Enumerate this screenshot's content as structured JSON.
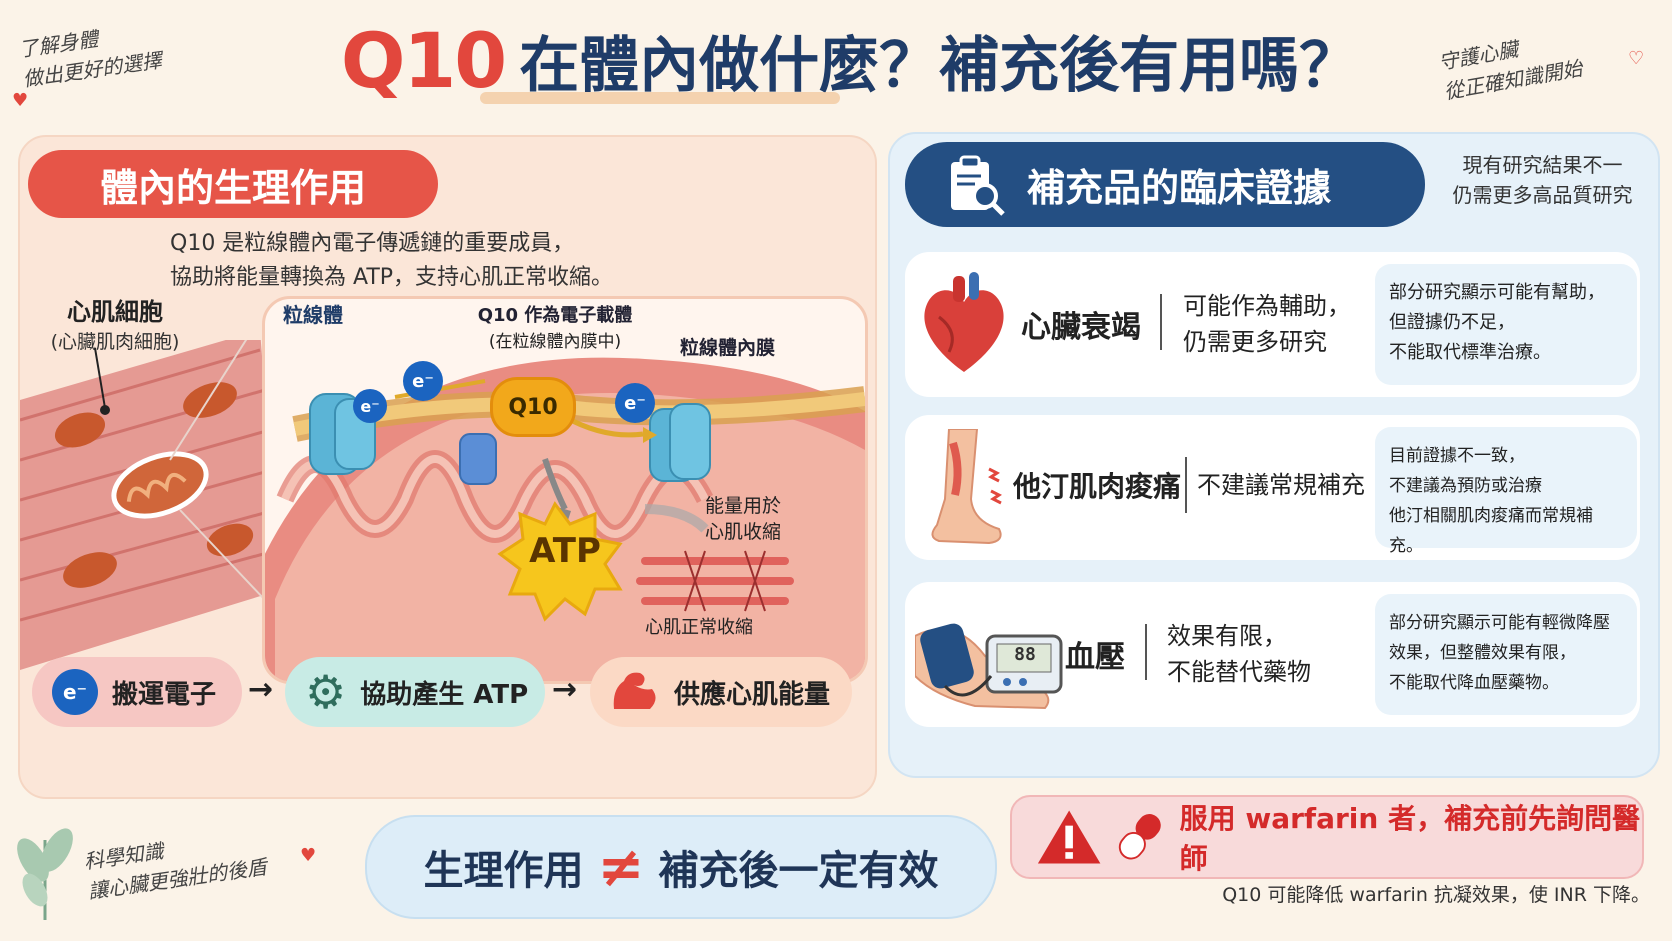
{
  "header": {
    "title_q10": "Q10",
    "title_rest": "在體內做什麼？補充後有用嗎？",
    "left_note_line1": "了解身體",
    "left_note_line2": "做出更好的選擇",
    "right_note_line1": "守護心臟",
    "right_note_line2": "從正確知識開始"
  },
  "left": {
    "heading": "體內的生理作用",
    "desc_line1": "Q10 是粒線體內電子傳遞鏈的重要成員，",
    "desc_line2": "協助將能量轉換為 ATP，支持心肌正常收縮。",
    "cell_label": "心肌細胞",
    "cell_sublabel": "(心臟肌肉細胞)",
    "mito_label": "粒線體",
    "q10_role_line1": "Q10 作為電子載體",
    "q10_role_line2": "(在粒線體內膜中)",
    "inner_membrane_label": "粒線體內膜",
    "electron_symbol": "e⁻",
    "q10_badge": "Q10",
    "atp_label": "ATP",
    "energy_use_line1": "能量用於",
    "energy_use_line2": "心肌收縮",
    "contraction_label": "心肌正常收縮",
    "flow": [
      {
        "label": "搬運電子",
        "icon": "electron-icon"
      },
      {
        "label": "協助產生 ATP",
        "icon": "gear-icon"
      },
      {
        "label": "供應心肌能量",
        "icon": "muscle-icon"
      }
    ]
  },
  "right": {
    "heading": "補充品的臨床證據",
    "note_line1": "現有研究結果不一",
    "note_line2": "仍需更多高品質研究",
    "cards": [
      {
        "name": "心臟衰竭",
        "short_line1": "可能作為輔助，",
        "short_line2": "仍需更多研究",
        "detail_line1": "部分研究顯示可能有幫助，",
        "detail_line2": "但證據仍不足，",
        "detail_line3": "不能取代標準治療。",
        "icon": "heart-icon"
      },
      {
        "name": "他汀肌肉痠痛",
        "short_line1": "不建議常規補充",
        "short_line2": "",
        "detail_line1": "目前證據不一致，",
        "detail_line2": "不建議為預防或治療",
        "detail_line3": "他汀相關肌肉痠痛而常規補充。",
        "icon": "leg-pain-icon"
      },
      {
        "name": "血壓",
        "short_line1": "效果有限，",
        "short_line2": "不能替代藥物",
        "detail_line1": "部分研究顯示可能有輕微降壓",
        "detail_line2": "效果，但整體效果有限，",
        "detail_line3": "不能取代降血壓藥物。",
        "icon": "blood-pressure-monitor-icon"
      }
    ],
    "bp_display": "88"
  },
  "bottom": {
    "left_note_line1": "科學知識",
    "left_note_line2": "讓心臟更強壯的後盾",
    "statement_left": "生理作用",
    "statement_neq": "≠",
    "statement_right": "補充後一定有效",
    "warning": "服用 warfarin 者，補充前先詢問醫師",
    "warning_note": "Q10 可能降低 warfarin 抗凝效果，使 INR 下降。"
  },
  "colors": {
    "accent_red": "#e65548",
    "navy": "#244f83",
    "warning_red": "#d42a2a"
  }
}
